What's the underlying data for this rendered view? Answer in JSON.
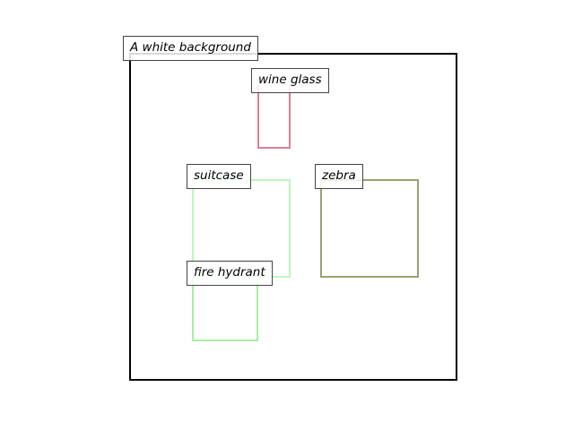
{
  "background_label": "A white background",
  "objects": [
    {
      "id": "wine_glass",
      "label": "wine glass",
      "color": "#d98094"
    },
    {
      "id": "suitcase",
      "label": "suitcase",
      "color": "#bdf5bd"
    },
    {
      "id": "zebra",
      "label": "zebra",
      "color": "#97a36b"
    },
    {
      "id": "fire_hydrant",
      "label": "fire hydrant",
      "color": "#a8f0a0"
    }
  ]
}
